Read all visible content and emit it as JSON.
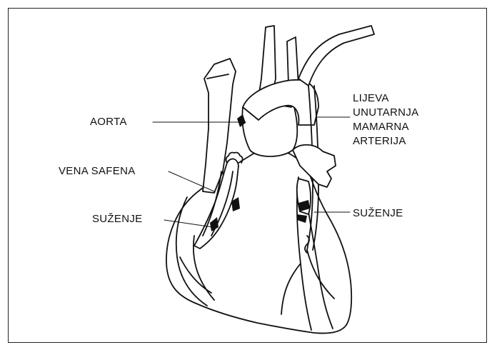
{
  "labels": {
    "aorta": "AORTA",
    "vena_safena": "VENA SAFENA",
    "suzenje_left": "SUŽENJE",
    "suzenje_right": "SUŽENJE",
    "lima_line1": "LIJEVA",
    "lima_line2": "UNUTARNJA",
    "lima_line3": "MAMARNA",
    "lima_line4": "ARTERIJA"
  }
}
